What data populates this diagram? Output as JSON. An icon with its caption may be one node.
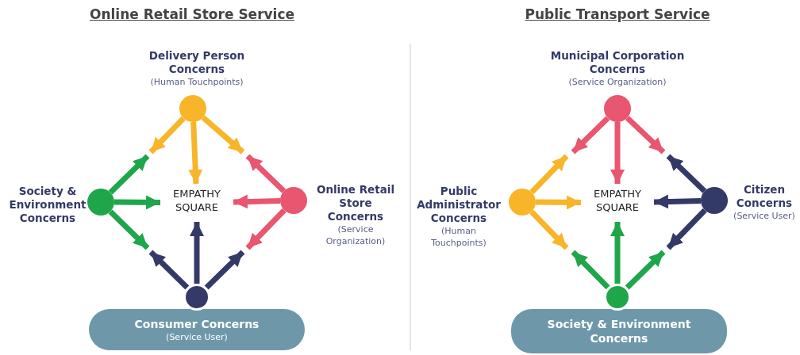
{
  "diagram": {
    "nodes": [
      {
        "text": [],
        "shape": "circle",
        "beside": [
          "Delivery Person Concerns",
          "(Human Touchpoints)"
        ]
      },
      {
        "text": [],
        "shape": "circle",
        "beside": [
          "Society & Environment Concerns"
        ]
      },
      {
        "text": [
          "EMPATHY SQUARE"
        ]
      },
      {
        "text": [],
        "shape": "circle",
        "beside": [
          "Online Retail Store Concerns",
          "(Service Organization)"
        ]
      },
      {
        "text": [],
        "shape": "circle"
      },
      {
        "text": [
          "Consumer Concerns",
          "(Service User)"
        ]
      },
      {
        "text": [],
        "shape": "circle",
        "beside": [
          "Municipal Corporation Concerns",
          "(Service Organization)"
        ]
      },
      {
        "text": [],
        "shape": "circle",
        "beside": [
          "Public Administrator Concerns",
          "(Human Touchpoints)"
        ]
      },
      {
        "text": [
          "EMPATHY SQUARE"
        ]
      },
      {
        "text": [],
        "shape": "circle",
        "beside": [
          "Citizen Concerns",
          "(Service User)"
        ]
      },
      {
        "text": [],
        "shape": "circle"
      },
      {
        "text": [
          "Society & Environment Concerns"
        ]
      }
    ],
    "edges": [
      {
        "from": 0,
        "to": null,
        "arrow": "to",
        "color": "#f9b52a"
      },
      {
        "from": 0,
        "to": 2,
        "arrow": "to",
        "color": "#f9b52a"
      },
      {
        "from": 0,
        "to": null,
        "arrow": "to",
        "color": "#f9b52a"
      },
      {
        "from": 1,
        "to": null,
        "arrow": "to",
        "color": "#1fa64a"
      },
      {
        "from": 1,
        "to": 2,
        "arrow": "to",
        "color": "#1fa64a"
      },
      {
        "from": 1,
        "to": null,
        "arrow": "to",
        "color": "#1fa64a"
      },
      {
        "from": 3,
        "to": null,
        "arrow": "to",
        "color": "#e9566f"
      },
      {
        "from": 3,
        "to": 2,
        "arrow": "to",
        "color": "#e9566f"
      },
      {
        "from": 3,
        "to": null,
        "arrow": "to",
        "color": "#e9566f"
      },
      {
        "from": 4,
        "to": null,
        "arrow": "to",
        "color": "#343a68"
      },
      {
        "from": 4,
        "to": 2,
        "arrow": "to",
        "color": "#343a68"
      },
      {
        "from": 4,
        "to": null,
        "arrow": "to",
        "color": "#343a68"
      },
      {
        "from": 6,
        "to": null,
        "arrow": "to",
        "color": "#e9566f"
      },
      {
        "from": 6,
        "to": 8,
        "arrow": "to",
        "color": "#e9566f"
      },
      {
        "from": 6,
        "to": null,
        "arrow": "to",
        "color": "#e9566f"
      },
      {
        "from": 7,
        "to": null,
        "arrow": "to",
        "color": "#f9b52a"
      },
      {
        "from": 7,
        "to": 8,
        "arrow": "to",
        "color": "#f9b52a"
      },
      {
        "from": 7,
        "to": null,
        "arrow": "to",
        "color": "#f9b52a"
      },
      {
        "from": 9,
        "to": null,
        "arrow": "to",
        "color": "#343a68"
      },
      {
        "from": 9,
        "to": 8,
        "arrow": "to",
        "color": "#343a68"
      },
      {
        "from": 9,
        "to": null,
        "arrow": "to",
        "color": "#343a68"
      },
      {
        "from": 10,
        "to": null,
        "arrow": "to",
        "color": "#1fa64a"
      },
      {
        "from": 10,
        "to": 8,
        "arrow": "to",
        "color": "#1fa64a"
      },
      {
        "from": 10,
        "to": null,
        "arrow": "to",
        "color": "#1fa64a"
      }
    ],
    "labels": [
      "Online Retail Store Service",
      "Public Transport Service"
    ]
  }
}
